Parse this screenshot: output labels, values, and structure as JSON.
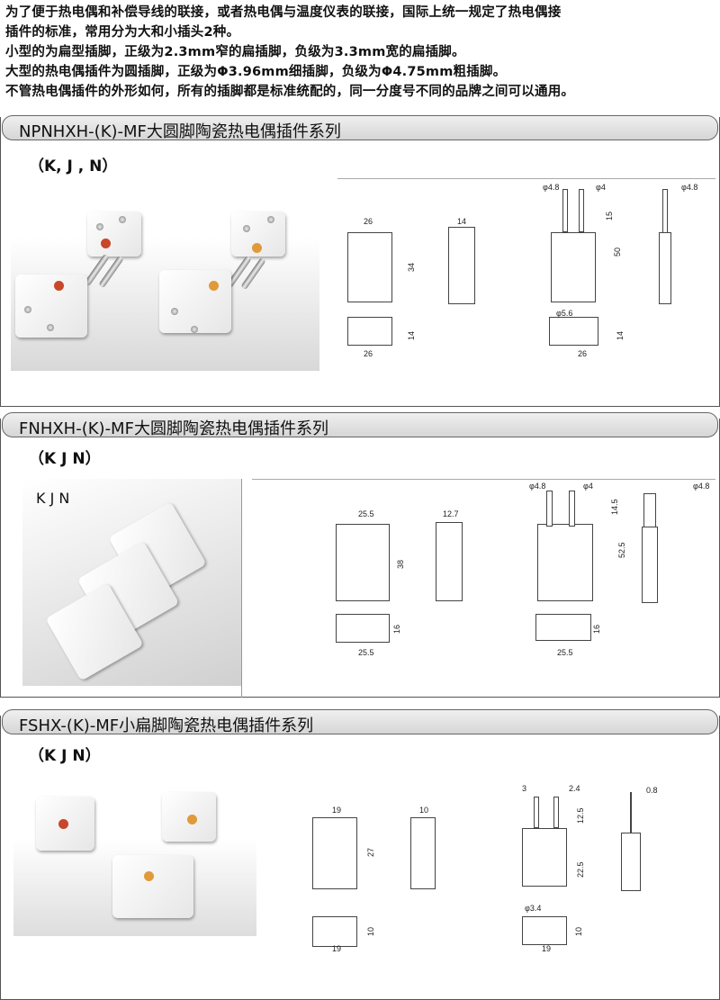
{
  "intro": [
    "为了便于热电偶和补偿导线的联接，或者热电偶与温度仪表的联接，国际上统一规定了热电偶接",
    "插件的标准，常用分为大和小插头2种。",
    "小型的为扁型插脚，正级为2.3mm窄的扁插脚，负级为3.3mm宽的扁插脚。",
    "大型的热电偶插件为圆插脚，正级为Φ3.96mm细插脚，负级为Φ4.75mm粗插脚。",
    "不管热电偶插件的外形如何，所有的插脚都是标准统配的，同一分度号不同的品牌之间可以通用。"
  ],
  "colors": {
    "positive_dot": "#c8462a",
    "orange_dot": "#e09a3a"
  },
  "sections": [
    {
      "title": "NPNHXH-(K)-MF大圆脚陶瓷热电偶插件系列",
      "types": "（K, J , N）",
      "dims": [
        "26",
        "34",
        "14",
        "φ4.8",
        "φ4",
        "15",
        "50",
        "φ4.8",
        "φ5.6",
        "14",
        "26",
        "14",
        "26"
      ]
    },
    {
      "title": "FNHXH-(K)-MF大圆脚陶瓷热电偶插件系列",
      "types": "（K  J  N）",
      "photo_label": "K   J   N",
      "dims": [
        "25.5",
        "38",
        "12.7",
        "φ4.8",
        "φ4",
        "14.5",
        "52.5",
        "φ4.8",
        "16",
        "25.5",
        "25.5",
        "16"
      ]
    },
    {
      "title": "FSHX-(K)-MF小扁脚陶瓷热电偶插件系列",
      "types": "（K  J  N）",
      "dims": [
        "19",
        "27",
        "10",
        "3",
        "2.4",
        "12.5",
        "22.5",
        "0.8",
        "φ3.4",
        "10",
        "19",
        "19",
        "10"
      ]
    }
  ]
}
